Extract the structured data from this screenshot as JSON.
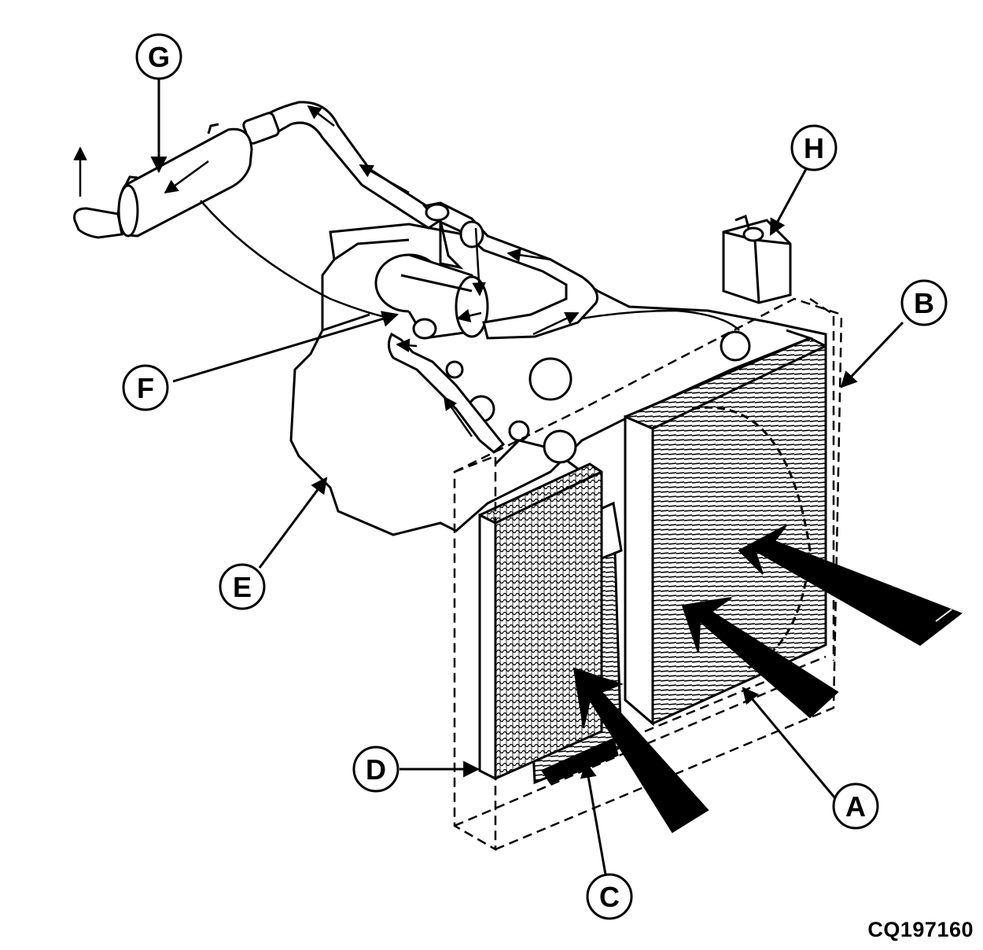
{
  "diagram": {
    "figure_code": "CQ197160",
    "callouts": {
      "A": "A",
      "B": "B",
      "C": "C",
      "D": "D",
      "E": "E",
      "F": "F",
      "G": "G",
      "H": "H"
    },
    "colors": {
      "line": "#000000",
      "background": "#ffffff"
    }
  }
}
